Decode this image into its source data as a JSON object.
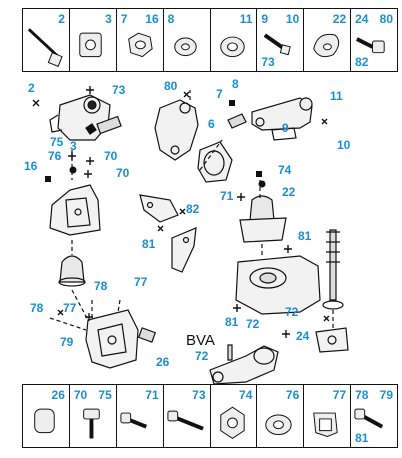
{
  "top_strip": [
    {
      "refs": [
        "2"
      ],
      "icon": "long-bolt"
    },
    {
      "refs": [
        "3"
      ],
      "icon": "bracket-mount"
    },
    {
      "refs": [
        "7",
        "16"
      ],
      "icon": "hex-nut-large"
    },
    {
      "refs": [
        "8"
      ],
      "icon": "washer"
    },
    {
      "refs": [
        "11"
      ],
      "icon": "flat-washer"
    },
    {
      "refs": [
        "9",
        "10",
        "73"
      ],
      "icon": "bolt"
    },
    {
      "refs": [
        "22"
      ],
      "icon": "cam-washer"
    },
    {
      "refs": [
        "24",
        "80",
        "82"
      ],
      "icon": "flange-bolt"
    }
  ],
  "bottom_strip": [
    {
      "refs": [
        "26"
      ],
      "icon": "rubber-bush"
    },
    {
      "refs": [
        "70",
        "75"
      ],
      "icon": "flange-screw"
    },
    {
      "refs": [
        "71"
      ],
      "icon": "short-bolt"
    },
    {
      "refs": [
        "73"
      ],
      "icon": "long-bolt"
    },
    {
      "refs": [
        "74"
      ],
      "icon": "flange-nut"
    },
    {
      "refs": [
        "76"
      ],
      "icon": "washer"
    },
    {
      "refs": [
        "77"
      ],
      "icon": "clip"
    },
    {
      "refs": [
        "78",
        "79",
        "81"
      ],
      "icon": "flange-screw"
    }
  ],
  "callouts": [
    "2",
    "73",
    "75",
    "3",
    "76",
    "70",
    "16",
    "70",
    "80",
    "8",
    "7",
    "6",
    "11",
    "9",
    "10",
    "74",
    "71",
    "22",
    "82",
    "81",
    "77",
    "78",
    "77",
    "78",
    "79",
    "26",
    "81",
    "72",
    "72",
    "81",
    "24",
    "72"
  ],
  "bva_label": "BVA"
}
